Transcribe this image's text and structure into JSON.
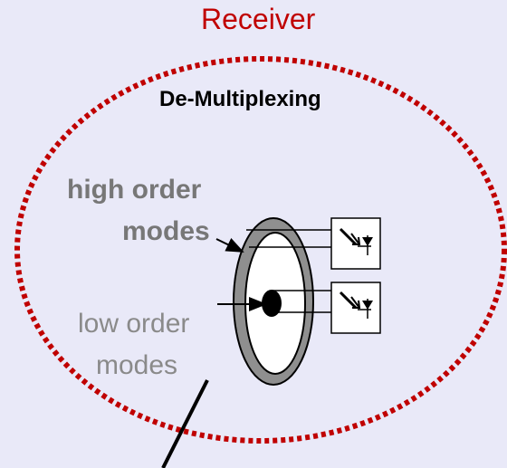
{
  "diagram": {
    "receiver_label": "Receiver",
    "title": "De-Multiplexing",
    "high_order_line1": "high order",
    "high_order_line2": "modes",
    "low_order_line1": "low order",
    "low_order_line2": "modes",
    "colors": {
      "background": "#e9e9f8",
      "receiver_red": "#c00000",
      "fiber_gray": "#8f8f8f",
      "core_white": "#ffffff",
      "text_gray": "#777777"
    }
  }
}
